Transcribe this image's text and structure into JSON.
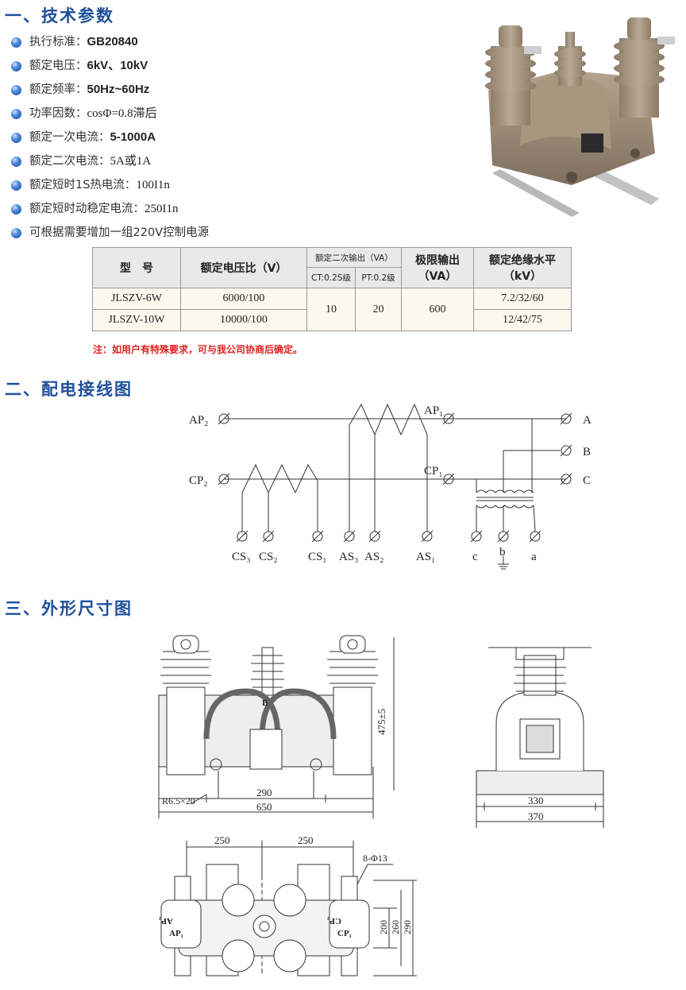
{
  "section1": {
    "title": "一、技术参数"
  },
  "specs": [
    {
      "label": "执行标准：",
      "value": "GB20840"
    },
    {
      "label": "额定电压：",
      "value": "6kV、10kV"
    },
    {
      "label": "额定频率：",
      "value": "50Hz~60Hz"
    },
    {
      "label": "功率因数：",
      "value": "cosΦ=0.8滞后"
    },
    {
      "label": "额定一次电流：",
      "value": "5-1000A"
    },
    {
      "label": "额定二次电流：",
      "value": "5A或1A"
    },
    {
      "label": "额定短时1S热电流：",
      "value": "100I1n"
    },
    {
      "label": "额定短时动稳定电流：",
      "value": "250I1n"
    },
    {
      "label": "可根据需要增加一组220V控制电源",
      "value": ""
    }
  ],
  "table": {
    "col_model": "型　号",
    "col_ratio": "额定电压比（V）",
    "col_secondary": "额定二次输出（VA）",
    "sub_ct": "CT:0.2S级",
    "sub_pt": "PT:0.2级",
    "col_limit": "极限输出（VA）",
    "col_insulation": "额定绝缘水平（kV）",
    "rows": [
      {
        "model": "JLSZV-6W",
        "ratio": "6000/100",
        "insulation": "7.2/32/60"
      },
      {
        "model": "JLSZV-10W",
        "ratio": "10000/100",
        "insulation": "12/42/75"
      }
    ],
    "ct_value": "10",
    "pt_value": "20",
    "limit_value": "600"
  },
  "note": "注：如用户有特殊要求，可与我公司协商后确定。",
  "section2": {
    "title": "二、配电接线图"
  },
  "wiring": {
    "ap2": "AP₂",
    "cp2": "CP₂",
    "ap1": "AP₁",
    "cp1": "CP₁",
    "a_up": "A",
    "b_up": "B",
    "c_up": "C",
    "cs3": "CS₃",
    "cs2": "CS₂",
    "cs1": "CS₁",
    "as3": "AS₃",
    "as2": "AS₂",
    "as1": "AS₁",
    "c_low": "c",
    "b_low": "b",
    "a_low": "a"
  },
  "section3": {
    "title": "三、外形尺寸图"
  },
  "dims": {
    "h475": "475±5",
    "b_mark": "B",
    "r65": "R6.5×20",
    "w290": "290",
    "w650": "650",
    "s330": "330",
    "s370": "370",
    "t250a": "250",
    "t250b": "250",
    "holes": "8-Φ13",
    "d200": "200",
    "d260": "260",
    "d290": "290",
    "ap2_t": "AP₂",
    "ap1_t": "AP₁",
    "cp2_t": "CP₂",
    "cp1_t": "CP₁"
  },
  "colors": {
    "title": "#1f4f9c",
    "note": "#e02020",
    "product": "#a3927d"
  }
}
